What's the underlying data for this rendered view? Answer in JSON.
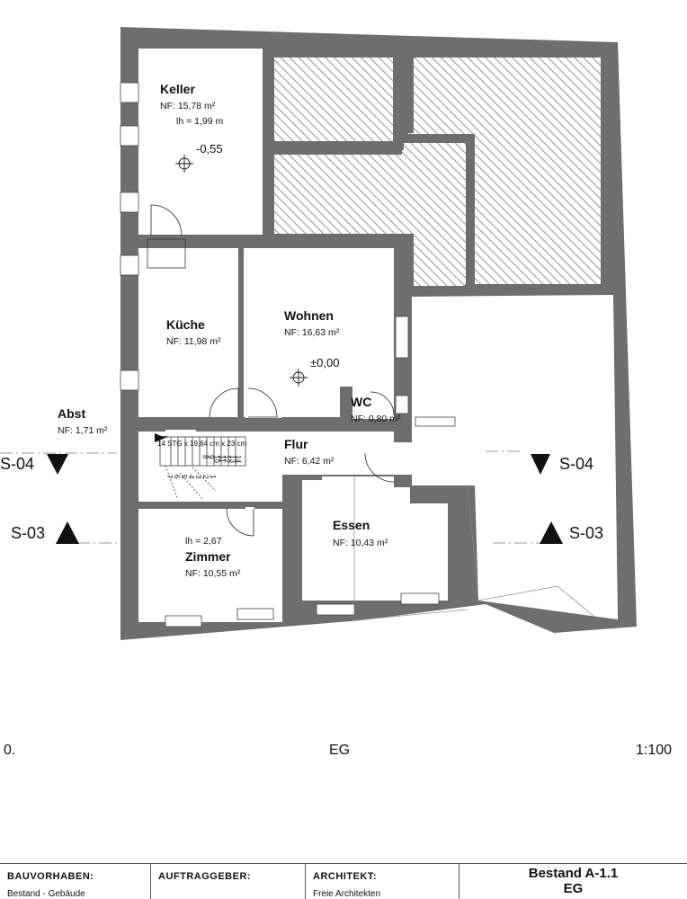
{
  "rooms": [
    {
      "id": "keller",
      "name": "Keller",
      "area": "NF: 15,78 m²",
      "extra": "lh = 1,99 m",
      "level": "-0,55"
    },
    {
      "id": "kueche",
      "name": "Küche",
      "area": "NF: 11,98 m²"
    },
    {
      "id": "wohnen",
      "name": "Wohnen",
      "area": "NF: 16,63 m²",
      "level": "±0,00"
    },
    {
      "id": "wc",
      "name": "WC",
      "area": "NF: 0,80 m²"
    },
    {
      "id": "abst",
      "name": "Abst",
      "area": "NF: 1,71 m²"
    },
    {
      "id": "flur",
      "name": "Flur",
      "area": "NF: 6,42 m²"
    },
    {
      "id": "zimmer",
      "name": "Zimmer",
      "area": "NF: 10,55 m²",
      "extra": "lh = 2,67"
    },
    {
      "id": "essen",
      "name": "Essen",
      "area": "NF: 10,43 m²"
    }
  ],
  "stair": {
    "label": "14 STG x 19,64 cm x 23 cm",
    "steps": [
      "1",
      "2",
      "3",
      "4",
      "5",
      "6",
      "7",
      "8",
      "9",
      "10",
      "11",
      "12",
      "13",
      "14"
    ]
  },
  "sections": {
    "s04_left": "S-04",
    "s04_right": "S-04",
    "s03_left": "S-03",
    "s03_right": "S-03"
  },
  "footer": {
    "left": "0.",
    "center": "EG",
    "right": "1:100"
  },
  "title_block": {
    "bauvorhaben": "BAUVORHABEN:",
    "bauvorhaben_value": "Bestand - Gebäude",
    "auftraggeber": "AUFTRAGGEBER:",
    "architekt": "ARCHITEKT:",
    "architekt_value": "Freie Architekten",
    "title": "Bestand A-1.1",
    "subtitle": "EG"
  }
}
